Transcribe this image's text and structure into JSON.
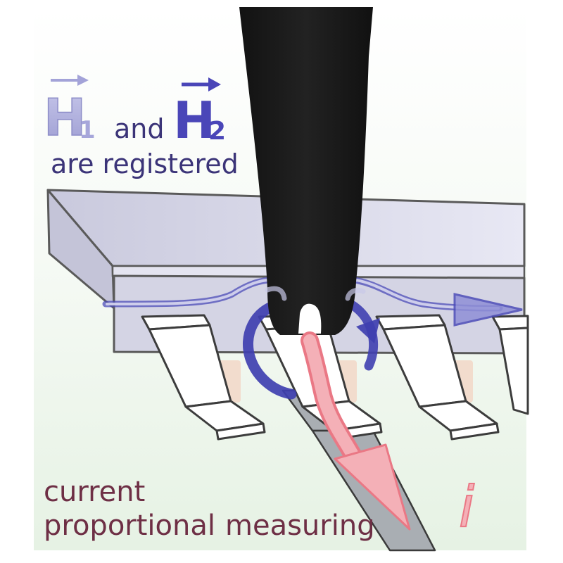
{
  "labels": {
    "h1": "H",
    "h1_sub": "1",
    "and": "and",
    "h2": "H",
    "h2_sub": "2",
    "registered": "are registered",
    "current": "current",
    "proportional": "proportional",
    "measuring": "measuring",
    "current_symbol": "i"
  },
  "colors": {
    "background_top": "#ffffff",
    "background_bottom": "#e6f2e4",
    "h1_light": "#b3b3dd",
    "h2_dark": "#4a46b8",
    "label_navy": "#3b3478",
    "label_maroon": "#6e2f45",
    "probe": "#1a1a1a",
    "field_arrow": "#3f3fb0",
    "current_arrow": "#f2a6ad",
    "current_outline": "#ea7885",
    "chip_top": "#e2e2ef",
    "chip_front": "#d6d6e6",
    "pad": "#f2dccd",
    "trace": "#a9aeb3"
  }
}
